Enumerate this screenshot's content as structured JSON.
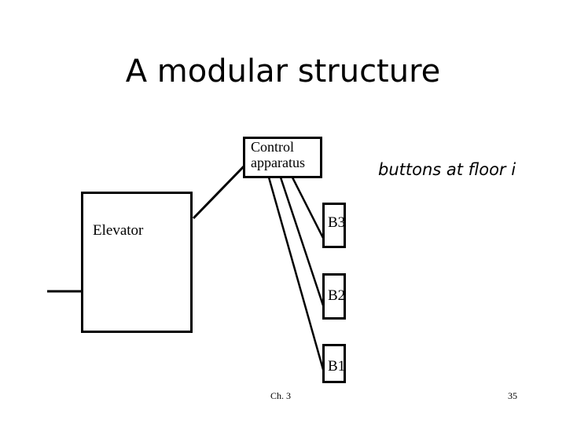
{
  "title": "A modular structure",
  "control": {
    "line1": "Control",
    "line2": "apparatus"
  },
  "caption": "buttons at floor i",
  "elevator": {
    "label": "Elevator"
  },
  "buttons": [
    {
      "label": "B3"
    },
    {
      "label": "B2"
    },
    {
      "label": "B1"
    }
  ],
  "footer": {
    "chapter": "Ch. 3",
    "page": "35"
  }
}
